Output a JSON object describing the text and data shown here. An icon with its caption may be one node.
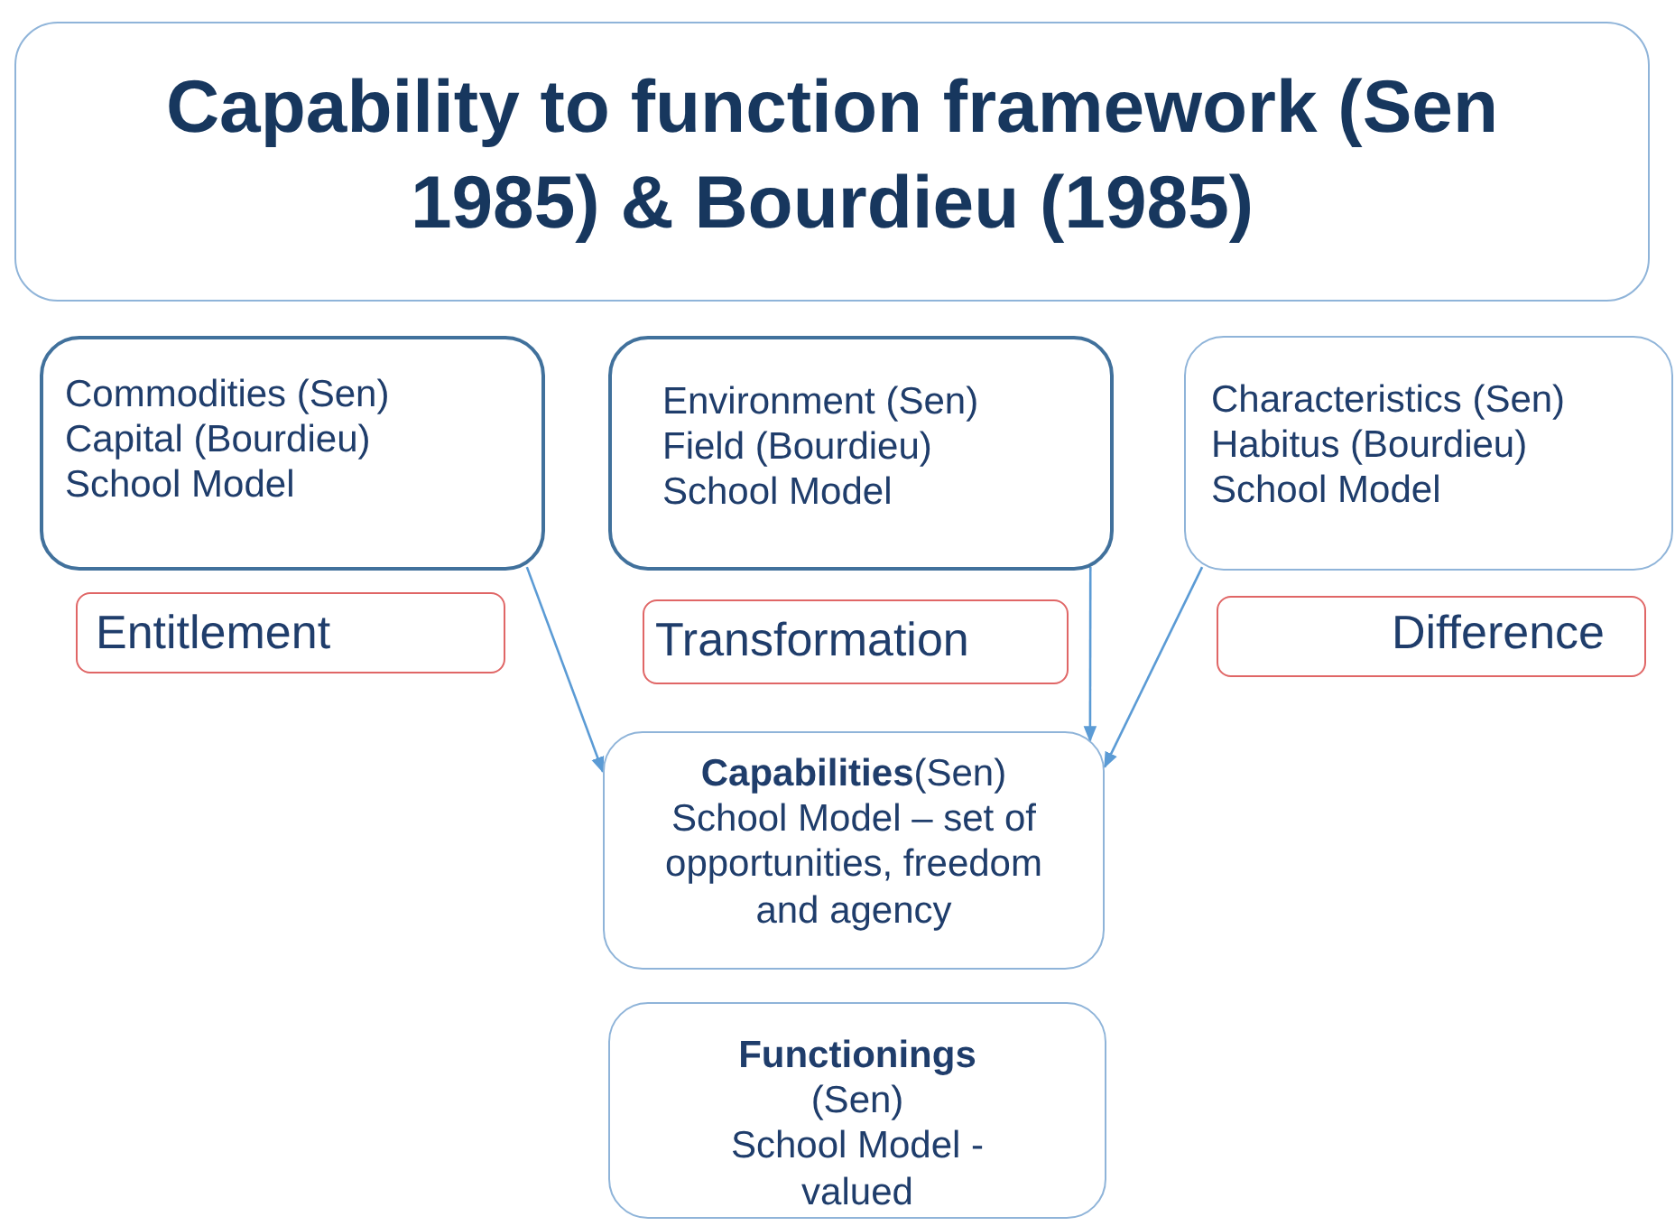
{
  "diagram": {
    "nodes": [
      {
        "text": [
          "Capability to function framework (Sen 1985) & Bourdieu (1985)"
        ]
      },
      {
        "text": [
          "Commodities (Sen)",
          "Capital (Bourdieu)",
          "School Model"
        ]
      },
      {
        "text": [
          "Environment (Sen)",
          "Field (Bourdieu)",
          "School Model"
        ]
      },
      {
        "text": [
          "Characteristics (Sen)",
          "Habitus (Bourdieu)",
          "School Model"
        ]
      },
      {
        "text": [
          "Entitlement"
        ]
      },
      {
        "text": [
          "Transformation"
        ]
      },
      {
        "text": [
          "Difference"
        ]
      },
      {
        "text": [
          "**Capabilities**(Sen)",
          "School Model – set of opportunities, freedom and agency"
        ]
      },
      {
        "text": [
          "**Functionings** (Sen)",
          "School Model - valued"
        ]
      }
    ],
    "edges": [
      {
        "from": 1,
        "to": 7,
        "arrow": "to"
      },
      {
        "from": 2,
        "to": 7,
        "arrow": "to"
      },
      {
        "from": 3,
        "to": 7,
        "arrow": "to"
      }
    ]
  }
}
